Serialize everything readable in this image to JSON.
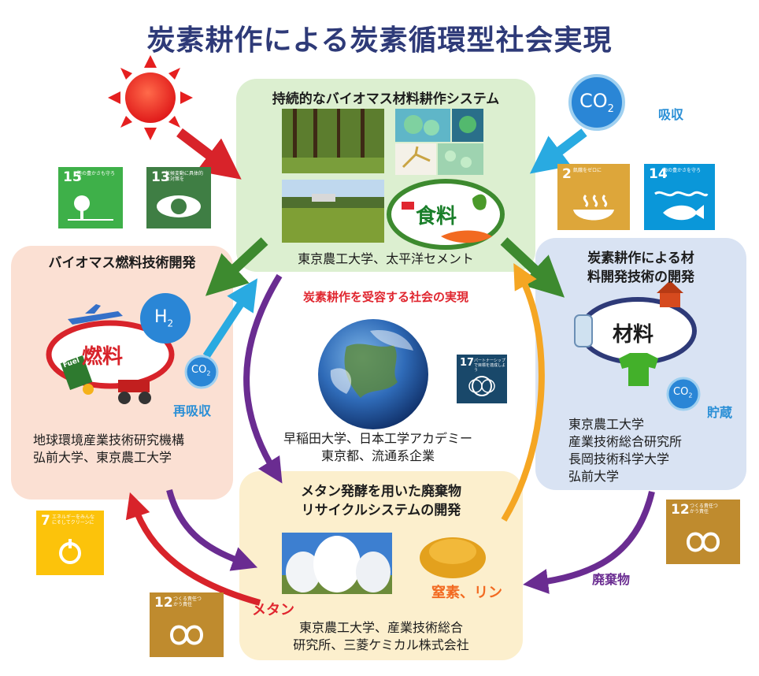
{
  "title": "炭素耕作による炭素循環型社会実現",
  "top_panel": {
    "title": "持続的なバイオマス材料耕作システム",
    "food_label": "食料",
    "partners": "東京農工大学、太平洋セメント"
  },
  "left_panel": {
    "title": "バイオマス燃料技術開発",
    "fuel_label": "燃料",
    "h2_label": "H",
    "h2_sub": "2",
    "partners_line1": "地球環境産業技術研究機構",
    "partners_line2": "弘前大学、東京農工大学"
  },
  "right_panel": {
    "title_line1": "炭素耕作による材",
    "title_line2": "料開発技術の開発",
    "material_label": "材料",
    "partners": [
      "東京農工大学",
      "産業技術総合研究所",
      "長岡技術科学大学",
      "弘前大学"
    ]
  },
  "bottom_panel": {
    "title_line1": "メタン発酵を用いた廃棄物",
    "title_line2": "リサイクルシステムの開発",
    "partners_line1": "東京農工大学、産業技術総合",
    "partners_line2": "研究所、三菱ケミカル株式会社"
  },
  "center": {
    "title": "炭素耕作を受容する社会の実現",
    "partners_line1": "早稲田大学、日本工学アカデミー",
    "partners_line2": "東京都、流通系企業"
  },
  "co2": {
    "text": "CO",
    "sub": "2"
  },
  "labels": {
    "absorb": "吸収",
    "reabsorb": "再吸収",
    "storage": "貯蔵",
    "waste": "廃棄物",
    "methane": "メタン",
    "nitrogen_phosphorus": "窒素、リン",
    "fuel_tank": "Fuel"
  },
  "sdg": {
    "g15": {
      "num": "15",
      "caption": "陸の豊かさも守ろう",
      "color": "#3eb049"
    },
    "g13": {
      "num": "13",
      "caption": "気候変動に具体的な対策を",
      "color": "#3f7e44"
    },
    "g2": {
      "num": "2",
      "caption": "飢餓をゼロに",
      "color": "#dda63a"
    },
    "g14": {
      "num": "14",
      "caption": "海の豊かさを守ろう",
      "color": "#0a97d9"
    },
    "g17": {
      "num": "17",
      "caption": "パートナーシップで目標を達成しよう",
      "color": "#19486a"
    },
    "g7": {
      "num": "7",
      "caption": "エネルギーをみんなにそしてクリーンに",
      "color": "#fcc30b"
    },
    "g12a": {
      "num": "12",
      "caption": "つくる責任つかう責任",
      "color": "#bf8b2e"
    },
    "g12b": {
      "num": "12",
      "caption": "つくる責任つかう責任",
      "color": "#bf8b2e"
    }
  },
  "colors": {
    "title": "#2e3a78",
    "arrow_green": "#3d8a2f",
    "arrow_purple": "#6a2c91",
    "arrow_red": "#d8232a",
    "arrow_orange": "#f5a623",
    "arrow_blue": "#29aae1",
    "accent_red": "#e0262f",
    "accent_blue": "#2a8fd6",
    "accent_orange": "#f26a21"
  }
}
